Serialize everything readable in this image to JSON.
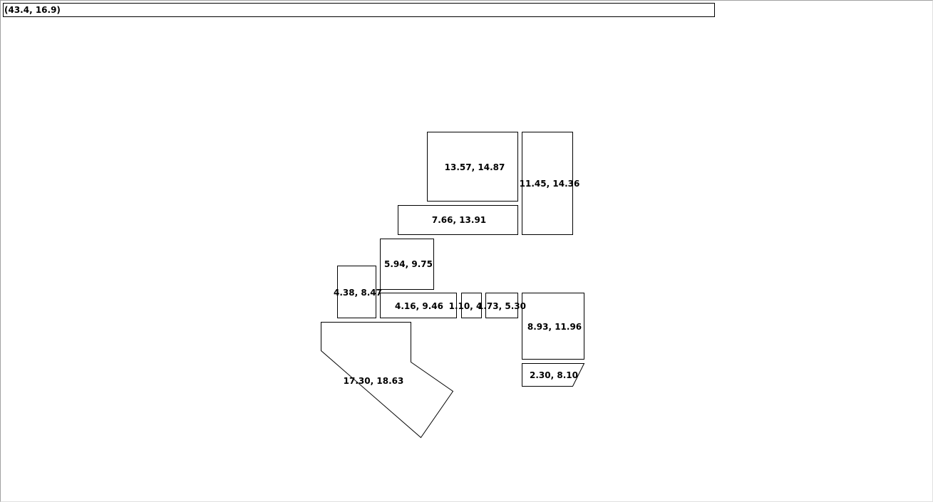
{
  "coordinate_readout": "(43.4, 16.9)",
  "colors": {
    "background": "#ffffff",
    "stroke": "#000000",
    "text": "#000000"
  },
  "shapes": [
    {
      "id": "room-a",
      "label": "13.57, 14.87"
    },
    {
      "id": "room-b",
      "label": "11.45, 14.36"
    },
    {
      "id": "room-c",
      "label": "7.66, 13.91"
    },
    {
      "id": "room-d",
      "label": "5.94, 9.75"
    },
    {
      "id": "room-e",
      "label": "4.38, 8.47"
    },
    {
      "id": "room-f",
      "label": "4.16, 9.46"
    },
    {
      "id": "room-g",
      "label": "1.10, 4"
    },
    {
      "id": "room-h",
      "label": "1.73, 5.30"
    },
    {
      "id": "room-i",
      "label": "8.93, 11.96"
    },
    {
      "id": "room-j",
      "label": "2.30, 8.10"
    },
    {
      "id": "room-k",
      "label": "17.30, 18.63"
    }
  ]
}
